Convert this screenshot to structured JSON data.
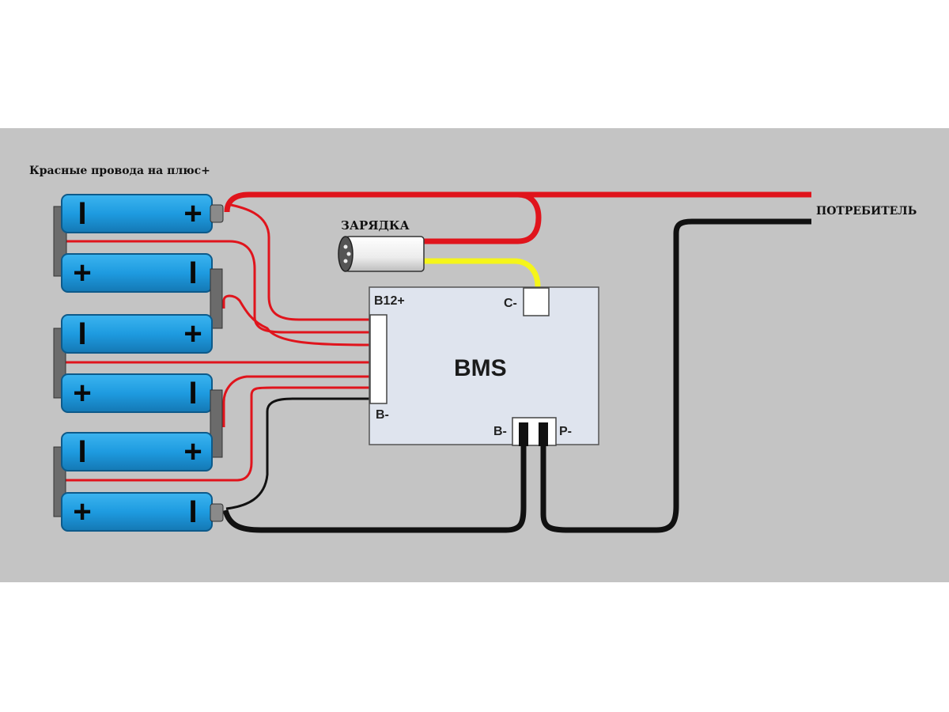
{
  "caption": "Красные провода на плюс+",
  "charger_label": "ЗАРЯДКА",
  "consumer_label": "ПОТРЕБИТЕЛЬ",
  "bms": {
    "title": "BMS",
    "pins": {
      "b12_plus": "B12+",
      "b_minus_left": "B-",
      "c_minus": "C-",
      "b_minus_bottom": "B-",
      "p_minus": "P-"
    }
  },
  "batteries": [
    {
      "left_sign": "I",
      "right_sign": "+"
    },
    {
      "left_sign": "+",
      "right_sign": "I"
    },
    {
      "left_sign": "I",
      "right_sign": "+"
    },
    {
      "left_sign": "+",
      "right_sign": "I"
    },
    {
      "left_sign": "I",
      "right_sign": "+"
    },
    {
      "left_sign": "+",
      "right_sign": "I"
    }
  ],
  "colors": {
    "background": "#c4c4c4",
    "battery_body": "#1e9be0",
    "battery_cap": "#6b6b6b",
    "red_wire": "#e0141c",
    "black_wire": "#111111",
    "yellow_wire": "#f5f51a",
    "bms_board": "#dfe4ee"
  }
}
